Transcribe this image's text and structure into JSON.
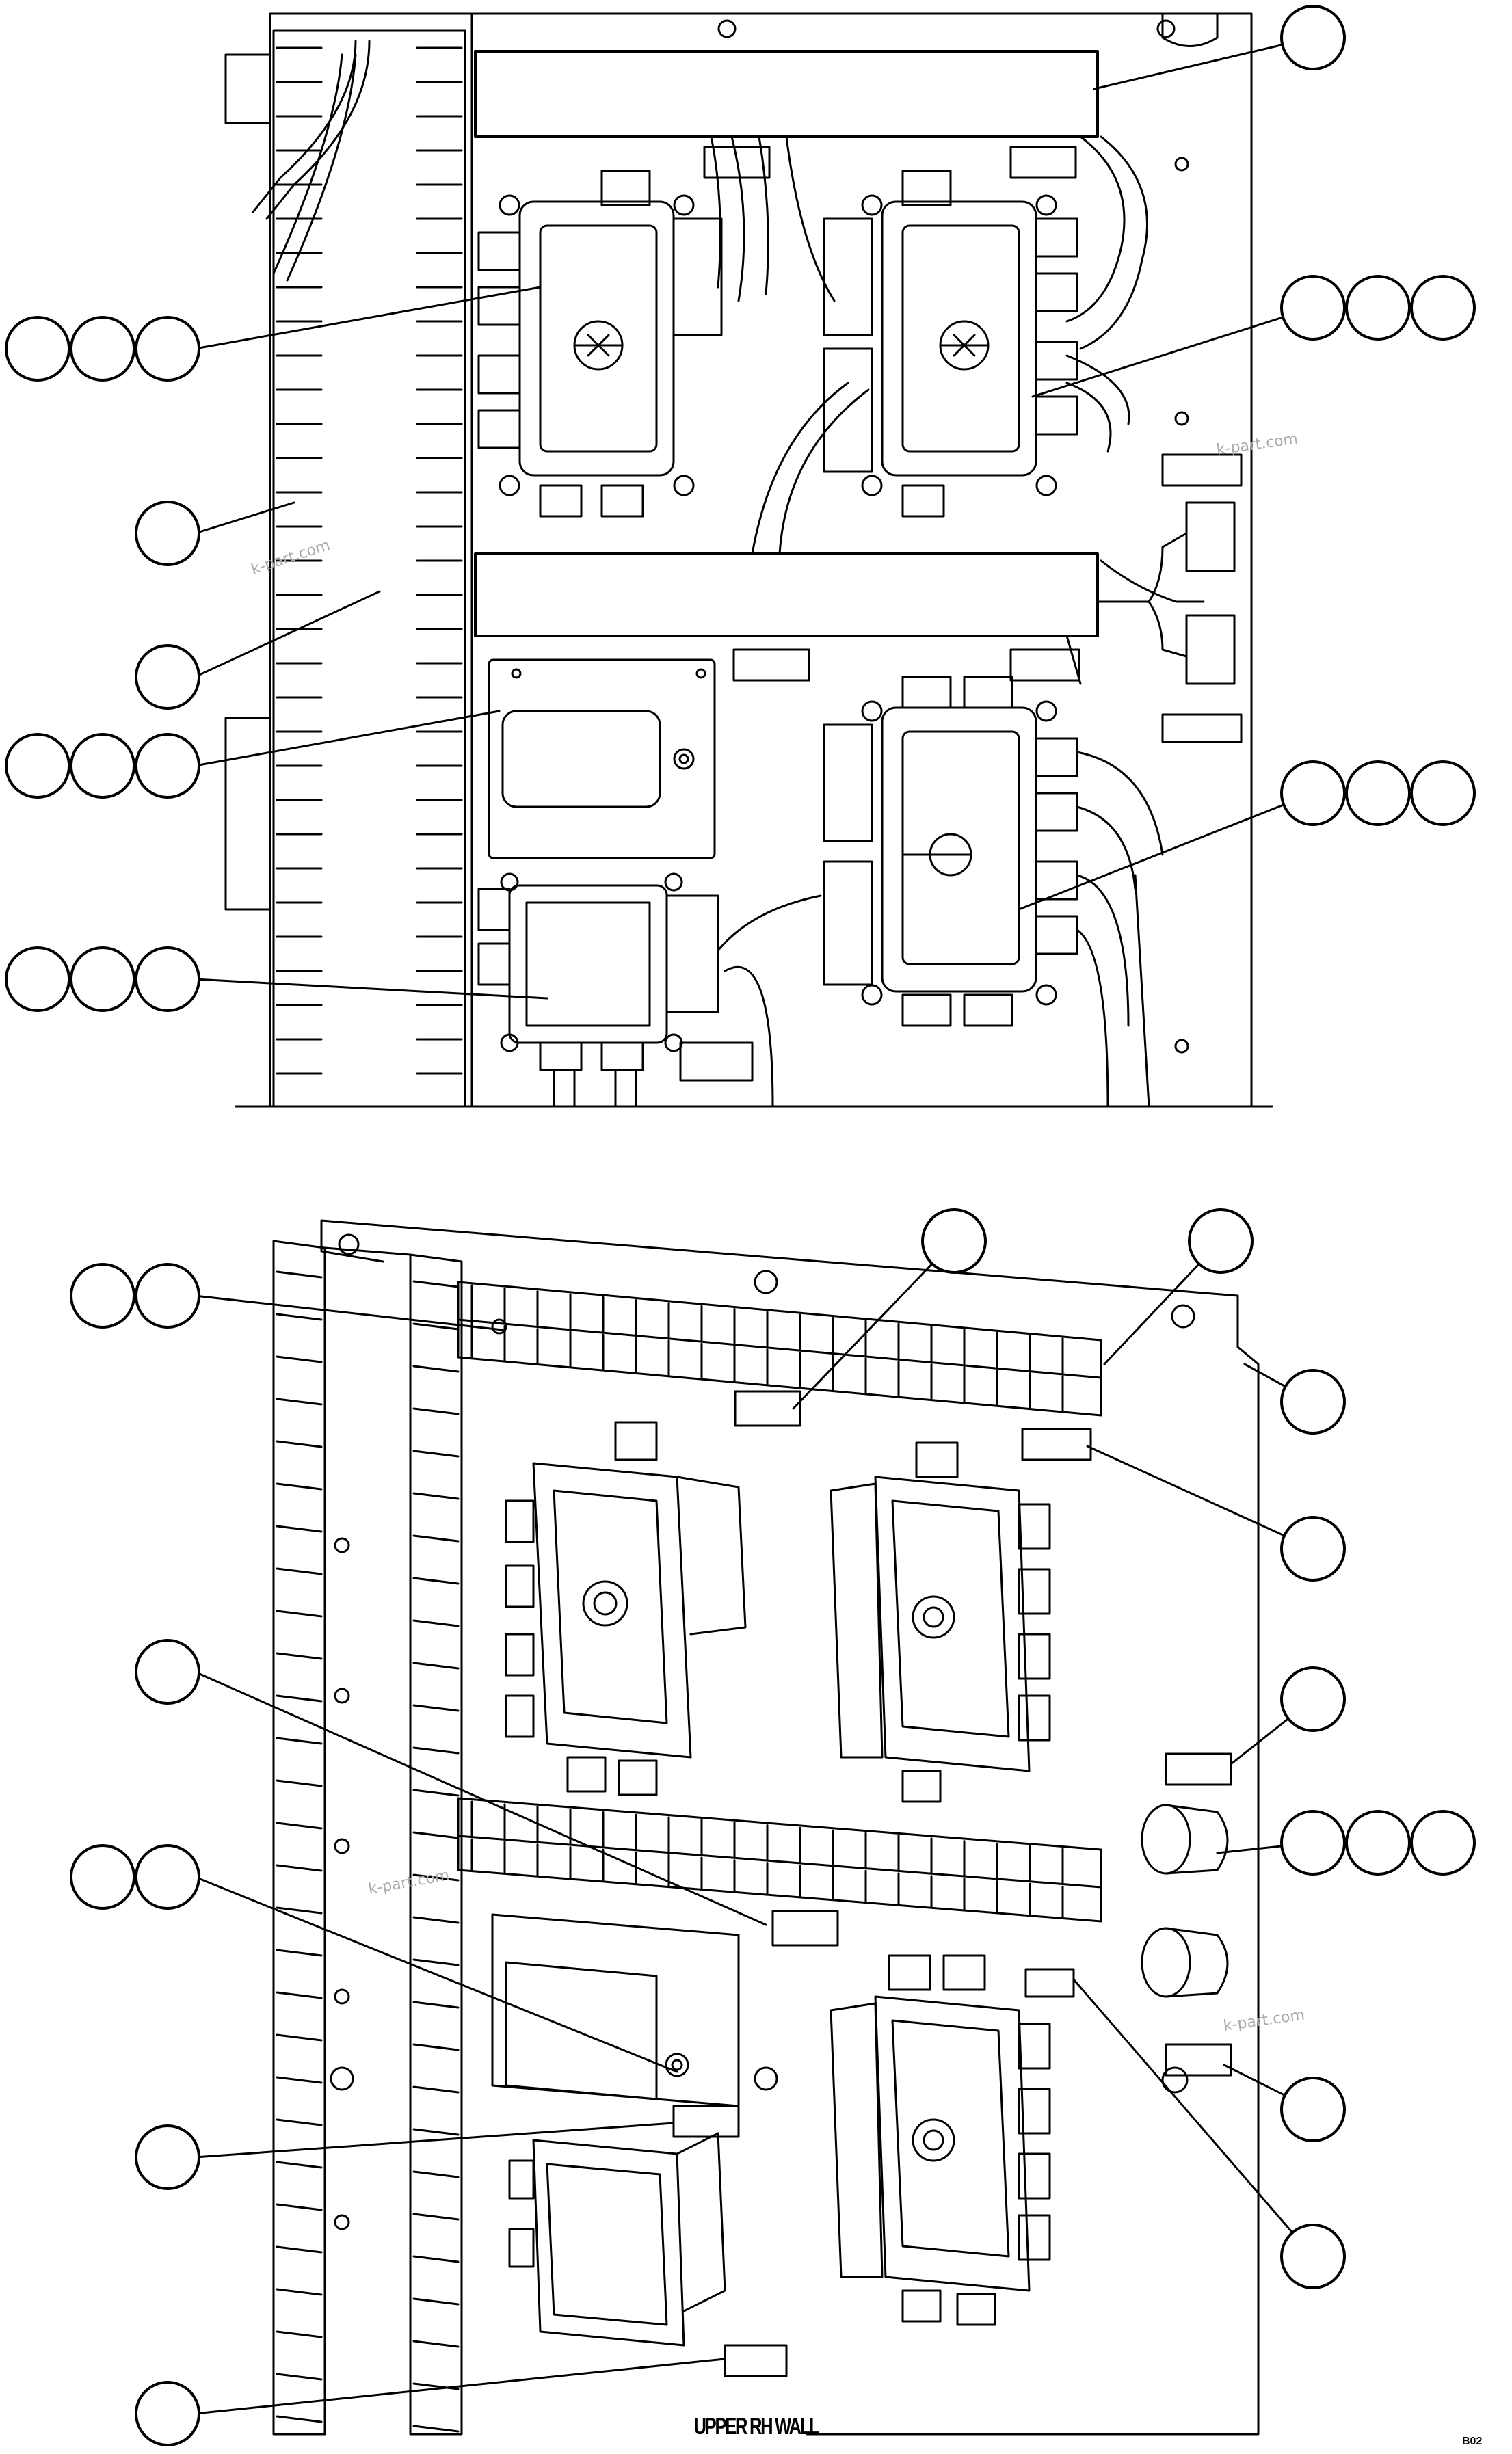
{
  "caption": "UPPER RH WALL",
  "sheet_code": "B02",
  "watermark": "k-part.com",
  "colors": {
    "line": "#000000",
    "background": "#ffffff",
    "watermark": "#aaaaaa"
  }
}
